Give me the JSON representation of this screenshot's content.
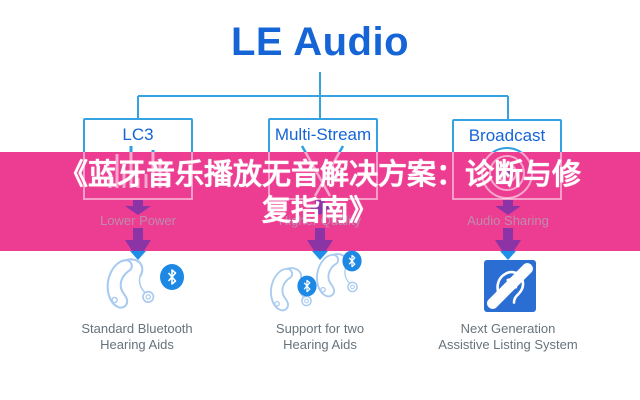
{
  "overlay_banner": {
    "title_line1": "《蓝牙音乐播放无音解决方案：诊断与修",
    "title_line2": "复指南》",
    "background_color": "#EC3D92",
    "text_color": "#FFFFFF"
  },
  "diagram": {
    "title": "LE Audio",
    "columns": [
      {
        "feature": "LC3",
        "feature_icon": "waveform-bars-icon",
        "benefit": "Lower Power",
        "device_icon": "hearing-aid-bluetooth-icon",
        "device_line1": "Standard Bluetooth",
        "device_line2": "Hearing Aids"
      },
      {
        "feature": "Multi-Stream",
        "feature_icon": "crossing-streams-icon",
        "benefit": "Higher Quality",
        "device_icon": "two-hearing-aids-bluetooth-icon",
        "device_line1": "Support for two",
        "device_line2": "Hearing Aids"
      },
      {
        "feature": "Broadcast",
        "feature_icon": "broadcast-waves-icon",
        "benefit": "Audio Sharing",
        "device_icon": "assistive-listening-ear-icon",
        "device_line1": "Next Generation",
        "device_line2": "Assistive Listing System"
      }
    ],
    "colors": {
      "title_blue": "#1565D6",
      "connector_blue": "#35A3E2",
      "arrow_blue": "#1E8FE8",
      "arrow_under_banner_purple": "#8C34A6",
      "ghost_label_pink_gray": "#BE8CAF",
      "device_label_gray": "#67737C",
      "bluetooth_badge_blue": "#1E88E5",
      "assistive_square_blue": "#2B6ED3",
      "hearing_aid_outline_blue": "#A9CBEF",
      "banner_pink": "#EC3D92",
      "background": "#FFFFFF"
    }
  }
}
